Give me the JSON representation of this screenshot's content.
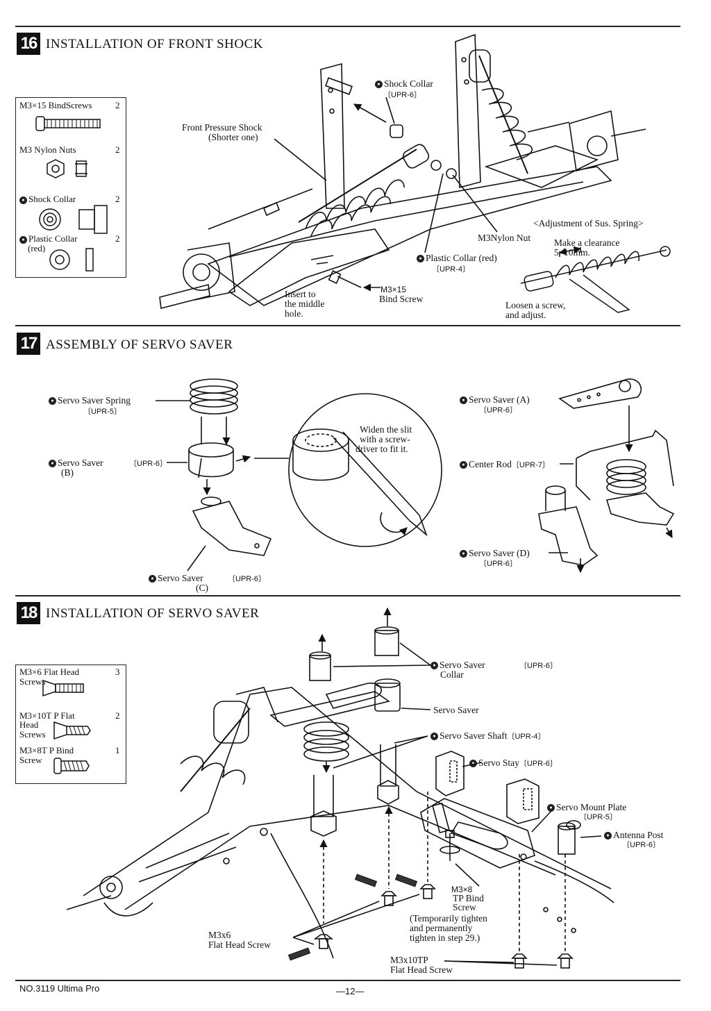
{
  "steps": [
    {
      "number": "16",
      "title": "INSTALLATION OF FRONT SHOCK",
      "parts": [
        {
          "name": "M3×15 BindScrews",
          "qty": "2"
        },
        {
          "name": "M3 Nylon Nuts",
          "qty": "2"
        },
        {
          "name": "Shock Collar",
          "qty": "2"
        },
        {
          "name": "Plastic Collar",
          "sub": "(red)",
          "qty": "2"
        }
      ],
      "labels": {
        "shock_collar": "Shock Collar",
        "shock_collar_code": "〔UPR-6〕",
        "front_shock_1": "Front Pressure Shock",
        "front_shock_2": "(Shorter one)",
        "adjustment": "<Adjustment of Sus. Spring>",
        "nylon_nut": "M3Nylon Nut",
        "make_clearance_1": "Make a clearance",
        "make_clearance_2": "5~10mm.",
        "plastic_collar": "Plastic Collar (red)",
        "plastic_collar_code": "〔UPR-4〕",
        "insert_1": "Insert to",
        "insert_2": "the middle",
        "insert_3": "hole.",
        "bind_screw_1": "M3×15",
        "bind_screw_2": "Bind Screw",
        "loosen_1": "Loosen a screw,",
        "loosen_2": "and adjust."
      }
    },
    {
      "number": "17",
      "title": "ASSEMBLY OF SERVO SAVER",
      "labels": {
        "spring": "Servo Saver Spring",
        "spring_code": "〔UPR-5〕",
        "saver_b_1": "Servo Saver",
        "saver_b_code": "〔UPR-6〕",
        "saver_b_2": "(B)",
        "widen_1": "Widen the slit",
        "widen_2": "with a screw-",
        "widen_3": "driver to fit it.",
        "saver_c_1": "Servo Saver",
        "saver_c_code": "〔UPR-6〕",
        "saver_c_2": "(C)",
        "saver_a": "Servo Saver (A)",
        "saver_a_code": "〔UPR-6〕",
        "center_rod": "Center Rod",
        "center_rod_code": "〔UPR-7〕",
        "saver_d": "Servo Saver (D)",
        "saver_d_code": "〔UPR-6〕"
      }
    },
    {
      "number": "18",
      "title": "INSTALLATION OF SERVO SAVER",
      "parts": [
        {
          "name": "M3×6 Flat Head",
          "sub": "Screws",
          "qty": "3"
        },
        {
          "name": "M3×10T P Flat",
          "sub": "Head Screws",
          "qty": "2"
        },
        {
          "name": "M3×8T P Bind",
          "sub": "Screw",
          "qty": "1"
        }
      ],
      "labels": {
        "collar_1": "Servo Saver",
        "collar_code": "〔UPR-6〕",
        "collar_2": "Collar",
        "servo_saver": "Servo Saver",
        "shaft": "Servo Saver Shaft",
        "shaft_code": "〔UPR-4〕",
        "stay": "Servo Stay",
        "stay_code": "〔UPR-6〕",
        "mount_plate": "Servo Mount Plate",
        "mount_plate_code": "〔UPR-5〕",
        "antenna": "Antenna Post",
        "antenna_code": "〔UPR-6〕",
        "tp_bind_1": "M3×8",
        "tp_bind_2": "TP Bind",
        "tp_bind_3": "Screw",
        "temp_1": "(Temporarily tighten",
        "temp_2": "and permanently",
        "temp_3": "tighten in step 29.)",
        "m3x6_1": "M3x6",
        "m3x6_2": "Flat Head Screw",
        "m3x10_1": "M3x10TP",
        "m3x10_2": "Flat Head Screw"
      }
    }
  ],
  "footer": {
    "left": "NO.3119 Ultima Pro",
    "center": "—12—"
  }
}
